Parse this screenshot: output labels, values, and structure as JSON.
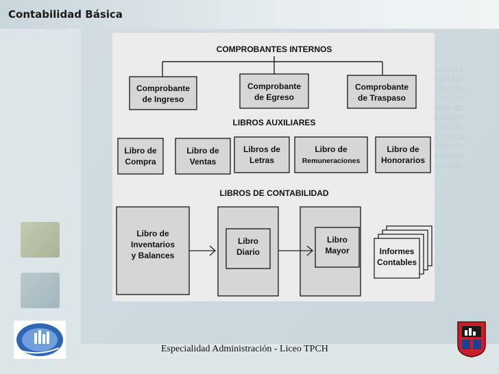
{
  "slide": {
    "title": "Contabilidad Básica",
    "footer": "Especialidad Administración - Liceo TPCH",
    "binary_text": "01010101\n10101010\n01010101\n10101010\n01010101\n10101010\n01010101\n10101010\n01010101\n10101010\n01010101"
  },
  "colors": {
    "paper": "#ebebeb",
    "box": "#d6d6d6",
    "border": "#222222",
    "text": "#111111"
  },
  "diagram": {
    "sections": {
      "internos": "COMPROBANTES INTERNOS",
      "auxiliares": "LIBROS AUXILIARES",
      "contabilidad": "LIBROS DE CONTABILIDAD"
    },
    "comprobantes": [
      [
        "Comprobante",
        "de Ingreso"
      ],
      [
        "Comprobante",
        "de Egreso"
      ],
      [
        "Comprobante",
        "de Traspaso"
      ]
    ],
    "auxiliares": [
      [
        "Libro de",
        "Compra"
      ],
      [
        "Libro de",
        "Ventas"
      ],
      [
        "Libros de",
        "Letras"
      ],
      [
        "Libro de",
        "Remuneraciones"
      ],
      [
        "Libro de",
        "Honorarios"
      ]
    ],
    "contabilidad": [
      [
        "Libro de",
        "Inventarios",
        "y Balances"
      ],
      [
        "Libro",
        "Diario"
      ],
      [
        "Libro",
        "Mayor"
      ],
      [
        "Informes",
        "Contables"
      ]
    ]
  }
}
